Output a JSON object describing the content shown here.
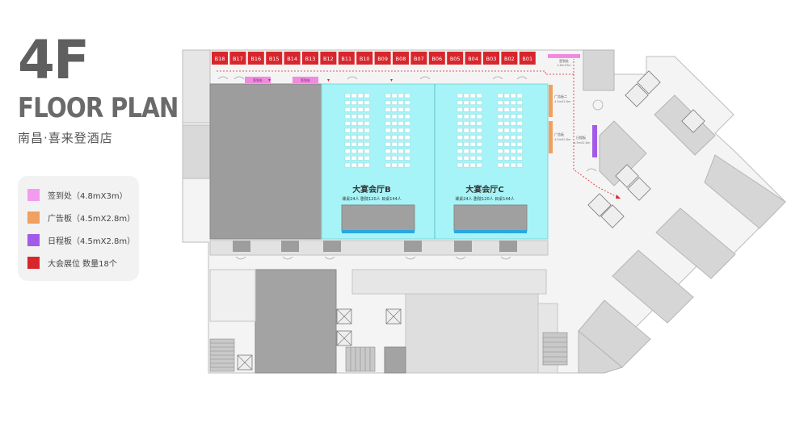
{
  "header": {
    "floor": "4F",
    "subtitle": "FLOOR PLAN",
    "venue": "南昌·喜来登酒店"
  },
  "legend": {
    "items": [
      {
        "label": "签到处（4.8mX3m）",
        "color": "#f49bf0"
      },
      {
        "label": "广告板（4.5mX2.8m）",
        "color": "#f0a060"
      },
      {
        "label": "日程板（4.5mX2.8m）",
        "color": "#a25be8"
      },
      {
        "label": "大会展位   数量18个",
        "color": "#d8262d"
      }
    ]
  },
  "booths": [
    "B18",
    "B17",
    "B16",
    "B15",
    "B14",
    "B13",
    "B12",
    "B11",
    "B10",
    "B09",
    "B08",
    "B07",
    "B06",
    "B05",
    "B04",
    "B03",
    "B02",
    "B01"
  ],
  "halls": {
    "hall_b": {
      "name": "大宴会厅B",
      "capacity": "课桌24人  剧院120人  目桌144人"
    },
    "hall_c": {
      "name": "大宴会厅C",
      "capacity": "课桌24人  剧院120人  目桌144人"
    }
  },
  "plan_labels": {
    "signin_top_right": "签到处",
    "signin_top_right_size": "4.8mX3m",
    "signin_left_1": "签到处",
    "signin_left_2": "签到处",
    "ad_board_1": "广告板二",
    "ad_board_1_size": "4.5mX2.8m",
    "ad_board_2": "广告板",
    "ad_board_2_size": "4.5mX2.8m",
    "schedule_board": "日程板",
    "schedule_board_size": "4.5mX2.8m"
  }
}
